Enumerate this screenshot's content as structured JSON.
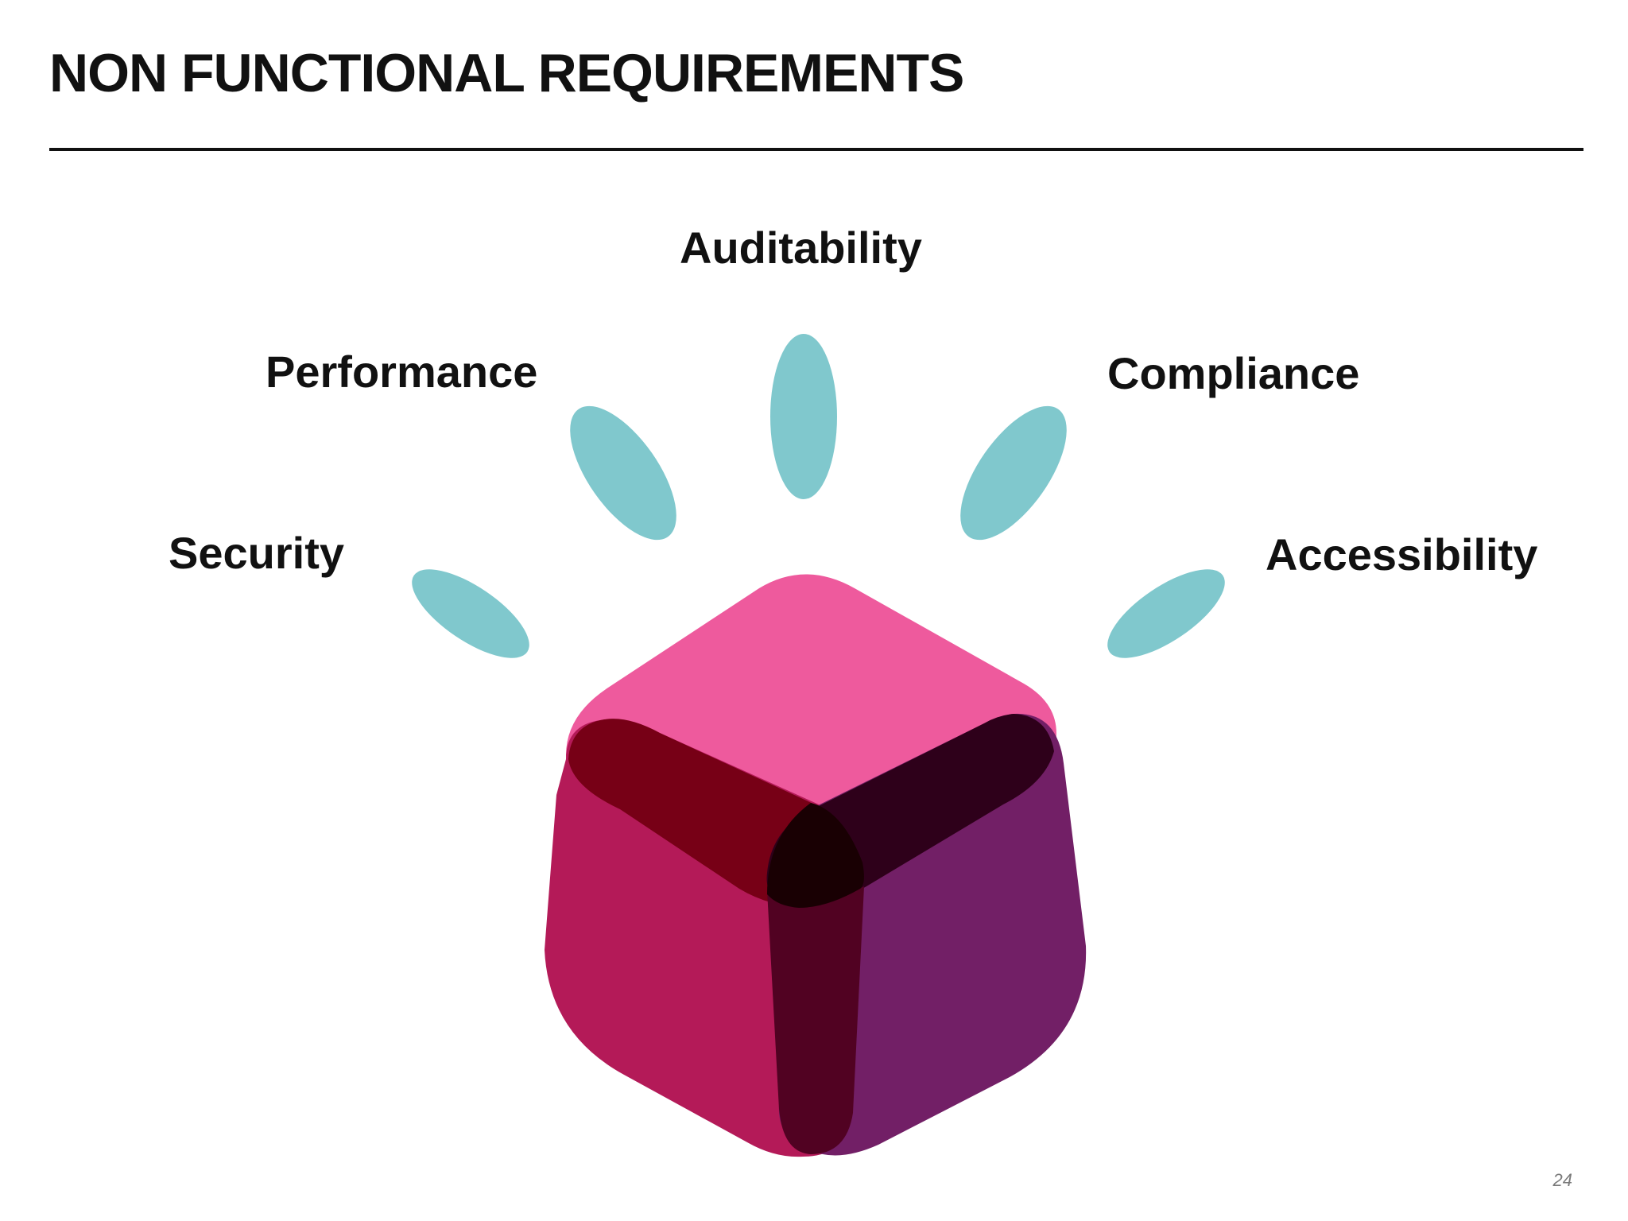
{
  "slide": {
    "title": "NON FUNCTIONAL REQUIREMENTS",
    "page_number": "24"
  },
  "diagram": {
    "labels": {
      "auditability": "Auditability",
      "performance": "Performance",
      "compliance": "Compliance",
      "security": "Security",
      "accessibility": "Accessibility"
    },
    "colors": {
      "rays": "#80c8cd",
      "top_face": "#ee5a9d",
      "left_face": "#b41a58",
      "right_face": "#721f66",
      "overlap_left": "#770016",
      "overlap_right": "#2e001a",
      "overlap_bottom": "#510222",
      "overlap_center": "#190003"
    }
  }
}
